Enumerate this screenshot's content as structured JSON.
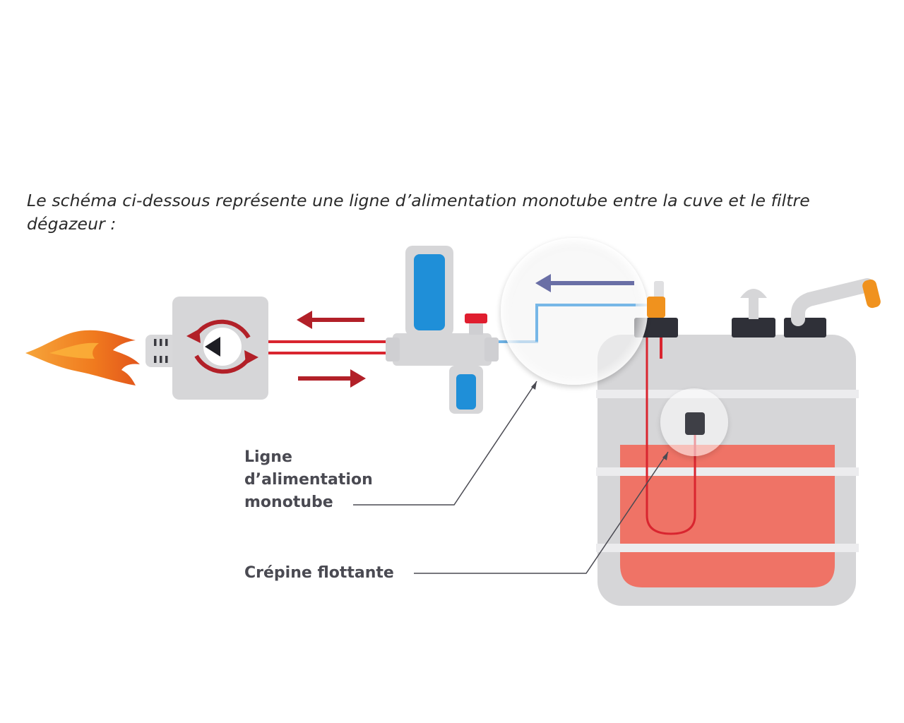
{
  "intro_text": "Le schéma ci-dessous représente une ligne d’alimentation monotube entre la cuve et le filtre dégazeur :",
  "labels": {
    "supply_line": [
      "Ligne",
      "d’alimentation",
      "monotube"
    ],
    "strainer": "Crépine flottante"
  },
  "colors": {
    "flame_outer": "#f07a1e",
    "flame_inner": "#fbb23a",
    "pipe_red": "#d9252f",
    "arrow_red": "#b22028",
    "arrow_blue": "#6a6fa6",
    "pipe_blue": "#6fb3e6",
    "filter_blue": "#1f8fd8",
    "tank_grey": "#d6d6d8",
    "fuel_red": "#ef7366",
    "dark_cap": "#2f3038",
    "orange_fitting": "#f0921e",
    "label_text": "#4a4a52"
  }
}
